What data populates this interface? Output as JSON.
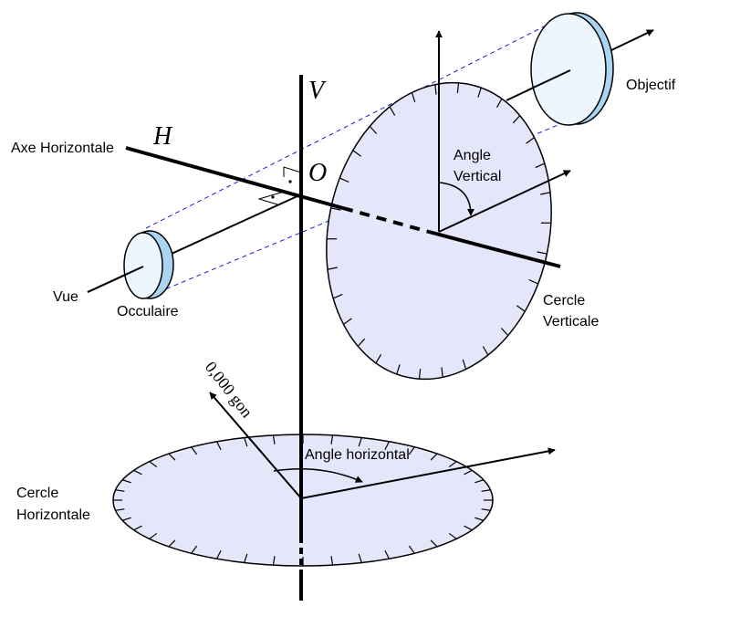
{
  "labels": {
    "V": "V",
    "H": "H",
    "O": "O",
    "axe_horizontale": "Axe Horizontale",
    "objectif": "Objectif",
    "vue": "Vue",
    "occulaire": "Occulaire",
    "angle_vertical_1": "Angle",
    "angle_vertical_2": "Vertical",
    "cercle_verticale_1": "Cercle",
    "cercle_verticale_2": "Verticale",
    "zero_gon": "0,000 gon",
    "angle_horizontal": "Angle horizontal",
    "cercle_horizontale_1": "Cercle",
    "cercle_horizontale_2": "Horizontale"
  },
  "colors": {
    "disc_fill": "#e6e6fb",
    "lens_fill": "#eef6fd",
    "lens_rim": "#a9d4f2",
    "sight_dash": "#1b1bd6",
    "stroke": "#000000"
  }
}
